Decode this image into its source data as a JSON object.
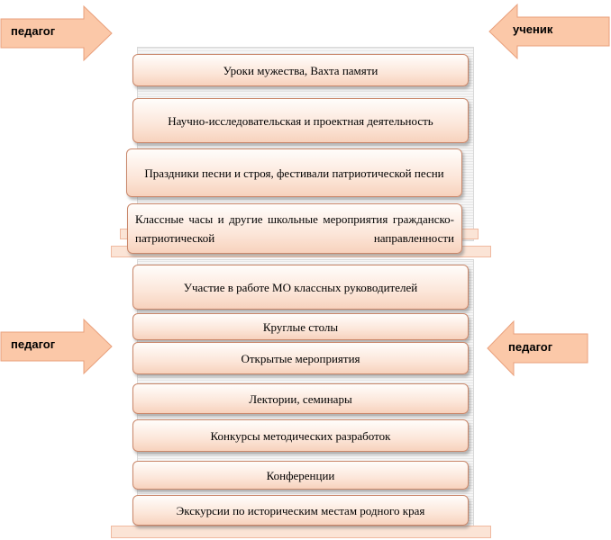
{
  "arrows": {
    "top_left": "педагог",
    "top_right": "ученик",
    "bottom_left": "педагог",
    "bottom_right": "педагог"
  },
  "top_group": [
    "Уроки мужества, Вахта памяти",
    "Научно-исследовательская и проектная деятельность",
    "Праздники песни и строя, фестивали патриотической песни",
    "Классные часы и другие школьные мероприятия гражданско-патриотической направленности"
  ],
  "bottom_group": [
    "Участие в работе МО классных руководителей",
    "Круглые столы",
    "Открытые мероприятия",
    "Лектории, семинары",
    "Конкурсы методических разработок",
    "Конференции",
    "Экскурсии по историческим местам родного края"
  ],
  "colors": {
    "arrow_fill": "#fbc8a8",
    "arrow_stroke": "#e9a07c",
    "box_border": "#c9876a",
    "band_fill": "#fbe4d6"
  }
}
